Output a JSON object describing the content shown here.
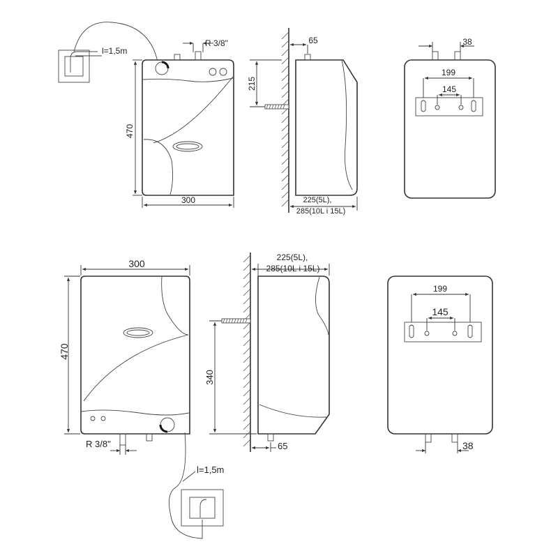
{
  "colors": {
    "line": "#333333",
    "background": "#ffffff"
  },
  "top": {
    "front": {
      "cable": "l=1,5m",
      "connector": "R 3/8\"",
      "height": "470",
      "width": "300"
    },
    "side": {
      "pipe_offset": "65",
      "mount_height": "215",
      "depth_5l": "225(5L),",
      "depth_10_15l": "285(10L i 15L)"
    },
    "back": {
      "pipe_spacing": "38",
      "outer_holes": "199",
      "inner_holes": "145"
    }
  },
  "bottom": {
    "front": {
      "width": "300",
      "height": "470",
      "connector": "R 3/8\"",
      "cable": "l=1,5m"
    },
    "side": {
      "depth_5l": "225(5L),",
      "depth_10_15l": "285(10L i 15L)",
      "mount_height": "340",
      "pipe_offset": "65"
    },
    "back": {
      "outer_holes": "199",
      "inner_holes": "145",
      "pipe_spacing": "38"
    }
  }
}
